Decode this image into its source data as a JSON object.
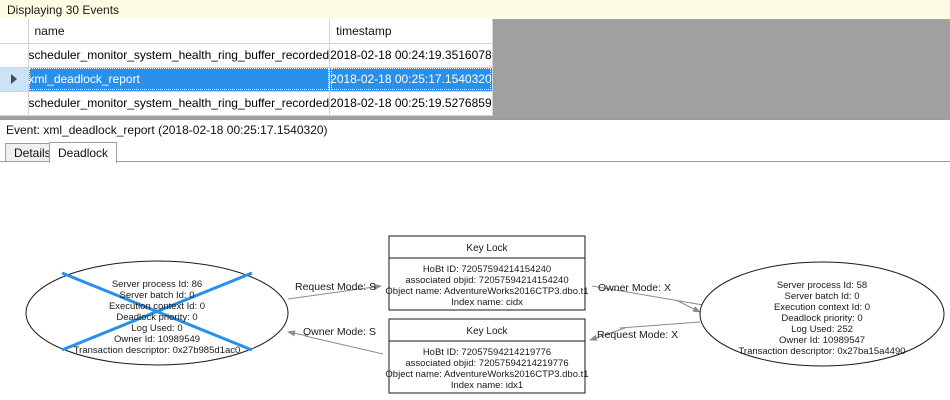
{
  "status_bar": {
    "text": "Displaying 30 Events"
  },
  "events_grid": {
    "columns": [
      "",
      "name",
      "timestamp"
    ],
    "rows": [
      {
        "selected": false,
        "marker": "",
        "name": "scheduler_monitor_system_health_ring_buffer_recorded",
        "timestamp": "2018-02-18 00:24:19.3516078"
      },
      {
        "selected": true,
        "marker": "row-selector-arrow",
        "name": "xml_deadlock_report",
        "timestamp": "2018-02-18 00:25:17.1540320"
      },
      {
        "selected": false,
        "marker": "",
        "name": "scheduler_monitor_system_health_ring_buffer_recorded",
        "timestamp": "2018-02-18 00:25:19.5276859"
      }
    ],
    "selection_color": "#2a8fe8",
    "empty_area_color": "#a0a0a0"
  },
  "event_caption": {
    "text": "Event: xml_deadlock_report (2018-02-18 00:25:17.1540320)"
  },
  "tabs": [
    {
      "label": "Details",
      "active": false
    },
    {
      "label": "Deadlock",
      "active": true
    }
  ],
  "deadlock_graph": {
    "victim_marker_color": "#2a8fe8",
    "process_left": {
      "role": "victim",
      "lines": [
        "Server process Id: 86",
        "Server batch Id: 0",
        "Execution context Id: 0",
        "Deadlock priority: 0",
        "Log Used: 0",
        "Owner Id: 10989549",
        "Transaction descriptor: 0x27b985d1ac0"
      ]
    },
    "process_right": {
      "role": "survivor",
      "lines": [
        "Server process Id: 58",
        "Server batch Id: 0",
        "Execution context Id: 0",
        "Deadlock priority: 0",
        "Log Used: 252",
        "Owner Id: 10989547",
        "Transaction descriptor: 0x27ba15a4490"
      ]
    },
    "resource_top": {
      "title": "Key Lock",
      "lines": [
        "HoBt ID: 72057594214154240",
        "associated objid: 72057594214154240",
        "Object name: AdventureWorks2016CTP3.dbo.t1",
        "Index name: cidx"
      ]
    },
    "resource_bottom": {
      "title": "Key Lock",
      "lines": [
        "HoBt ID: 72057594214219776",
        "associated objid: 72057594214219776",
        "Object name: AdventureWorks2016CTP3.dbo.t1",
        "Index name: idx1"
      ]
    },
    "edges": [
      {
        "id": "left-request-top",
        "label": "Request Mode: S"
      },
      {
        "id": "right-owner-top",
        "label": "Owner Mode: X"
      },
      {
        "id": "bottom-owner-left",
        "label": "Owner Mode: S"
      },
      {
        "id": "bottom-request-right",
        "label": "Request Mode: X"
      }
    ]
  }
}
